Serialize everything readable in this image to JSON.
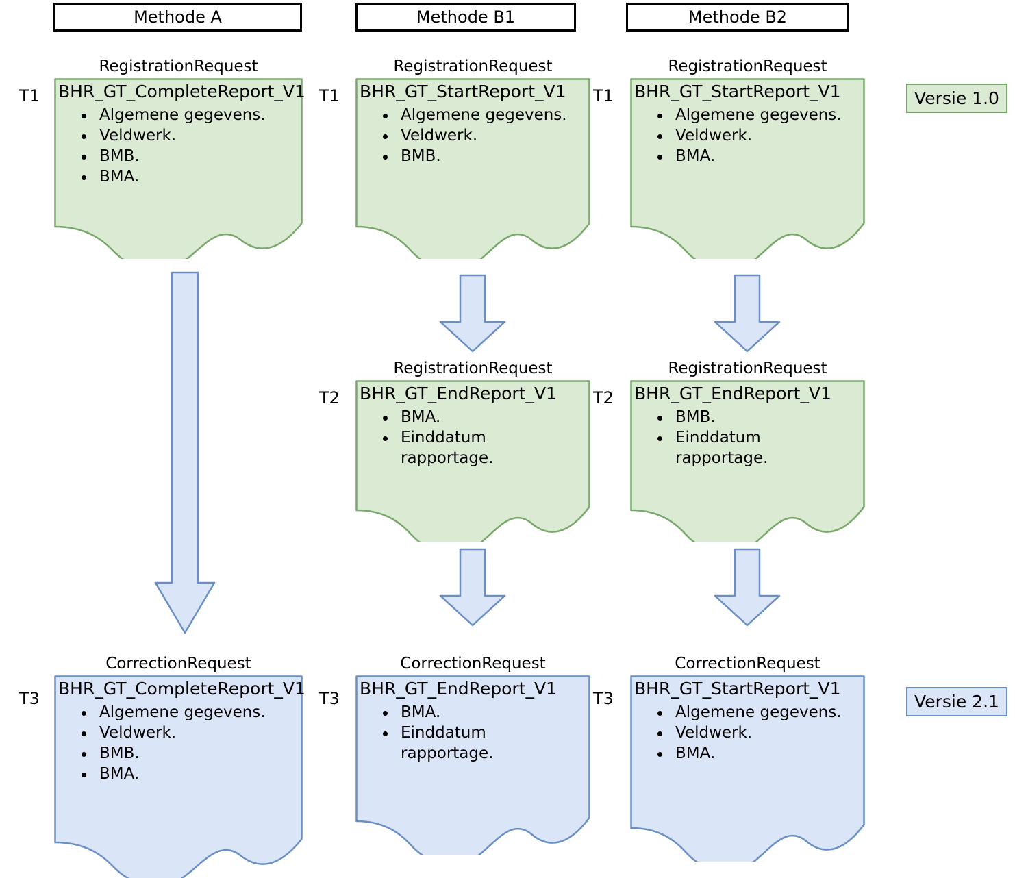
{
  "colors": {
    "green_fill": "#dbead2",
    "green_stroke": "#79a86c",
    "blue_fill": "#dae5f7",
    "blue_stroke": "#6a8fc4",
    "header_border": "#000000",
    "text": "#000000"
  },
  "headers": [
    {
      "label": "Methode A"
    },
    {
      "label": "Methode B1"
    },
    {
      "label": "Methode B2"
    }
  ],
  "versions": [
    {
      "label": "Versie 1.0",
      "style": "green"
    },
    {
      "label": "Versie 2.1",
      "style": "blue"
    }
  ],
  "time_labels": {
    "t1": "T1",
    "t2": "T2",
    "t3": "T3"
  },
  "request_types": {
    "registration": "RegistrationRequest",
    "correction": "CorrectionRequest"
  },
  "cards": {
    "a_t1": {
      "title": "RegistrationRequest",
      "name": "BHR_GT_CompleteReport_V1",
      "time": "T1",
      "style": "green",
      "items": [
        "Algemene gegevens.",
        "Veldwerk.",
        "BMB.",
        "BMA."
      ]
    },
    "a_t3": {
      "title": "CorrectionRequest",
      "name": "BHR_GT_CompleteReport_V1",
      "time": "T3",
      "style": "blue",
      "items": [
        "Algemene gegevens.",
        "Veldwerk.",
        "BMB.",
        "BMA."
      ]
    },
    "b1_t1": {
      "title": "RegistrationRequest",
      "name": "BHR_GT_StartReport_V1",
      "time": "T1",
      "style": "green",
      "items": [
        "Algemene gegevens.",
        "Veldwerk.",
        "BMB."
      ]
    },
    "b1_t2": {
      "title": "RegistrationRequest",
      "name": "BHR_GT_EndReport_V1",
      "time": "T2",
      "style": "green",
      "items": [
        "BMA.",
        "Einddatum rapportage."
      ]
    },
    "b1_t3": {
      "title": "CorrectionRequest",
      "name": "BHR_GT_EndReport_V1",
      "time": "T3",
      "style": "blue",
      "items": [
        "BMA.",
        "Einddatum rapportage."
      ]
    },
    "b2_t1": {
      "title": "RegistrationRequest",
      "name": "BHR_GT_StartReport_V1",
      "time": "T1",
      "style": "green",
      "items": [
        "Algemene gegevens.",
        "Veldwerk.",
        "BMA."
      ]
    },
    "b2_t2": {
      "title": "RegistrationRequest",
      "name": "BHR_GT_EndReport_V1",
      "time": "T2",
      "style": "green",
      "items": [
        "BMB.",
        "Einddatum rapportage."
      ]
    },
    "b2_t3": {
      "title": "CorrectionRequest",
      "name": "BHR_GT_StartReport_V1",
      "time": "T3",
      "style": "blue",
      "items": [
        "Algemene gegevens.",
        "Veldwerk.",
        "BMA."
      ]
    }
  }
}
